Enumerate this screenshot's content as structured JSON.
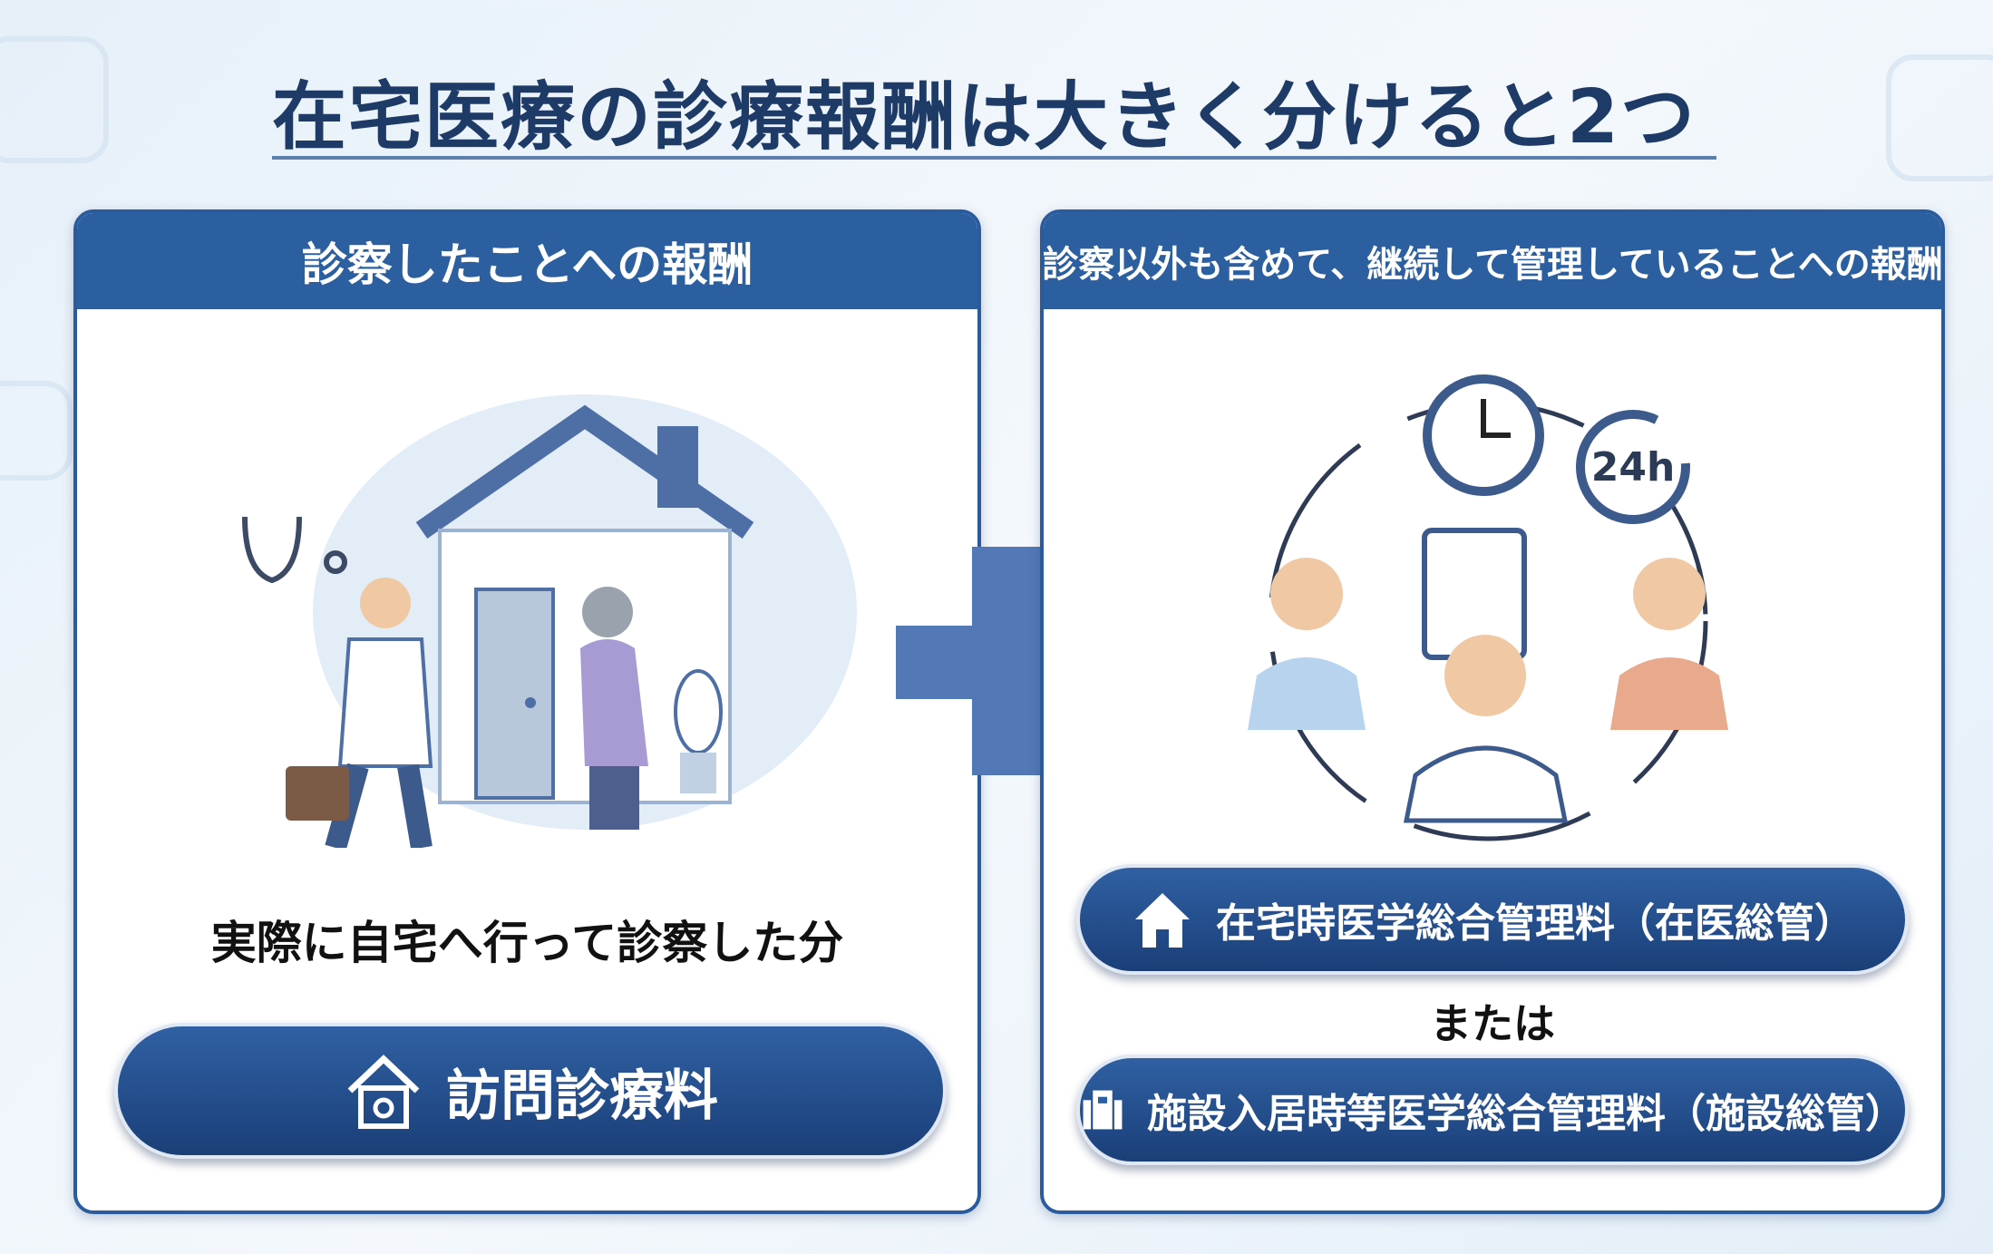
{
  "title": "在宅医療の診療報酬は大きく分けると2つ",
  "left": {
    "header": "診察したことへの報酬",
    "caption": "実際に自宅へ行って診察した分",
    "pill": "訪問診療料"
  },
  "right": {
    "header": "診察以外も含めて、継続して管理していることへの報酬",
    "pill1": "在宅時医学総合管理料（在医総管）",
    "or": "または",
    "pill2": "施設入居時等医学総合管理料（施設総管）",
    "clock_badge": "24h"
  },
  "colors": {
    "primary": "#2b5fa0",
    "plus": "#5278b6",
    "title": "#1e3a66"
  }
}
